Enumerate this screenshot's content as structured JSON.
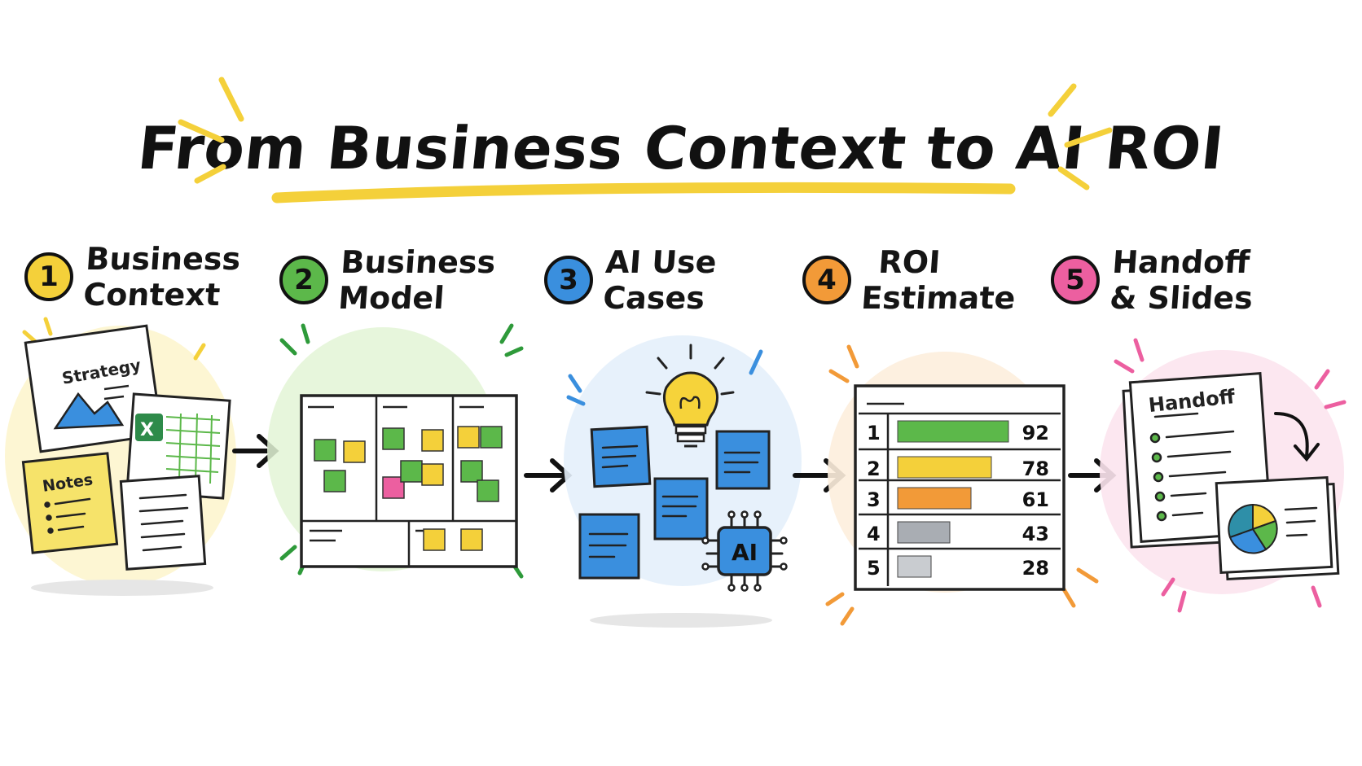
{
  "title": "From Business Context to AI ROI",
  "colors": {
    "accent_yellow": "#f4d03a",
    "step1": "#f4d03a",
    "step2": "#5cb84a",
    "step3": "#3a8fde",
    "step4": "#f29a38",
    "step5": "#ec5fa0"
  },
  "steps": [
    {
      "number": "1",
      "line1": "Business",
      "line2": "Context"
    },
    {
      "number": "2",
      "line1": "Business",
      "line2": "Model"
    },
    {
      "number": "3",
      "line1": "AI Use",
      "line2": "Cases"
    },
    {
      "number": "4",
      "line1": "ROI",
      "line2": "Estimate"
    },
    {
      "number": "5",
      "line1": "Handoff",
      "line2": "& Slides"
    }
  ],
  "context_panel": {
    "strategy_label": "Strategy",
    "notes_label": "Notes",
    "spreadsheet_icon": "excel-icon"
  },
  "use_cases_panel": {
    "chip_label": "AI",
    "bulb_icon": "lightbulb-icon"
  },
  "roi_table": {
    "rows": [
      {
        "rank": "1",
        "value": 92,
        "color": "#5cb84a"
      },
      {
        "rank": "2",
        "value": 78,
        "color": "#f4d03a"
      },
      {
        "rank": "3",
        "value": 61,
        "color": "#f29a38"
      },
      {
        "rank": "4",
        "value": 43,
        "color": "#a9adb3"
      },
      {
        "rank": "5",
        "value": 28,
        "color": "#c9ccd0"
      }
    ]
  },
  "handoff_panel": {
    "doc_title": "Handoff"
  }
}
